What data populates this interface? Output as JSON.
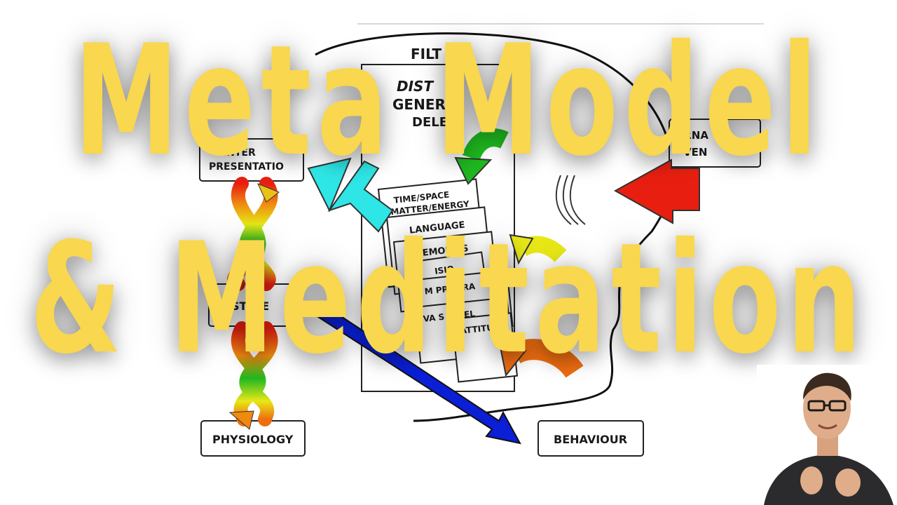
{
  "title": {
    "line1": "Meta Model",
    "line2": "& Meditation"
  },
  "diagram": {
    "filters_header": "FILT",
    "filter_words": [
      "DIST",
      "GENER",
      "DELE"
    ],
    "internal_representation": [
      "INTER",
      "PRESENTATIO"
    ],
    "state": "STATE",
    "physiology": "PHYSIOLOGY",
    "behaviour": "BEHAVIOUR",
    "external_event": [
      "ERNA",
      "VEN"
    ],
    "layers": [
      [
        "TIME/SPACE",
        "MATTER/ENERGY"
      ],
      [
        "LANGUAGE"
      ],
      [
        "MEMORIES"
      ],
      [
        "ISIO"
      ],
      [
        "M PROGRA"
      ],
      [
        "VA S & BEL"
      ],
      [
        "ATTITU"
      ]
    ],
    "colors": {
      "red": "#e81f10",
      "green": "#1fb81f",
      "cyan": "#2ee6e6",
      "yellow": "#e8e817",
      "orange": "#ee6d10",
      "blue": "#0a1fd6"
    }
  },
  "presenter": {
    "description_icon": "presenter-photo"
  }
}
